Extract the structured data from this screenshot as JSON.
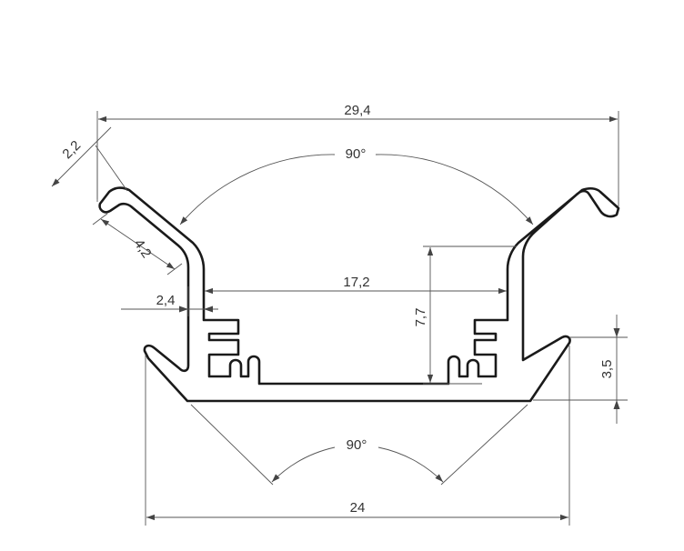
{
  "drawing": {
    "type": "technical-profile-drawing",
    "dimensions": {
      "overall_top_width": "29,4",
      "top_angle": "90°",
      "inner_width": "17,2",
      "inner_height": "7,7",
      "lip_thickness": "2,2",
      "wing_length": "4,2",
      "wall_offset": "2,4",
      "foot_height": "3,5",
      "base_width": "24",
      "bottom_angle": "90°"
    },
    "colors": {
      "outline": "#1a1a1a",
      "dimension_lines": "#555555",
      "text": "#333333",
      "background": "#ffffff"
    }
  }
}
